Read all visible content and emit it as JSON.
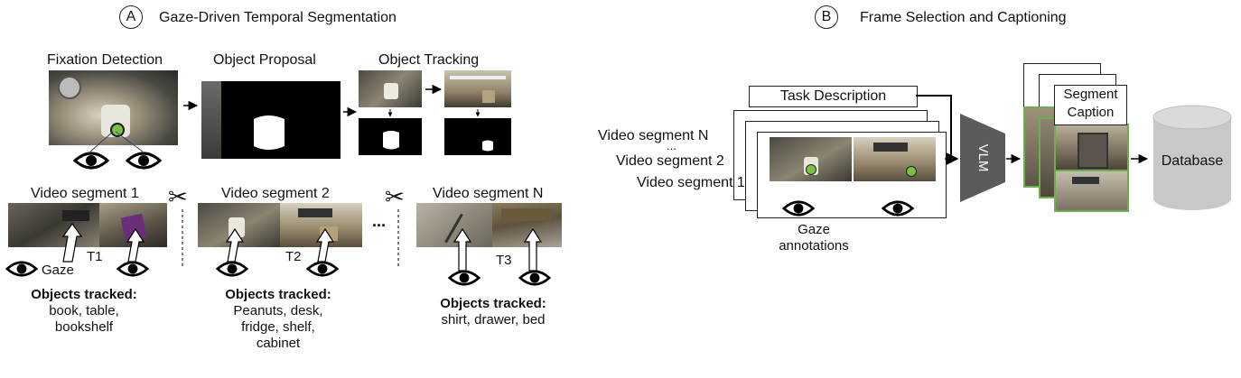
{
  "panel_a": {
    "badge": "A",
    "title": "Gaze-Driven Temporal Segmentation",
    "steps": {
      "fixation": "Fixation Detection",
      "proposal": "Object Proposal",
      "tracking": "Object Tracking"
    },
    "segments": [
      {
        "label": "Video segment 1",
        "time": "T1",
        "gaze_label": "Gaze",
        "objects_heading": "Objects tracked:",
        "objects_line1": "book, table,",
        "objects_line2": "bookshelf",
        "objects_line3": ""
      },
      {
        "label": "Video segment 2",
        "time": "T2",
        "objects_heading": "Objects tracked:",
        "objects_line1": "Peanuts, desk,",
        "objects_line2": "fridge, shelf,",
        "objects_line3": "cabinet"
      },
      {
        "label": "Video segment N",
        "time": "T3",
        "objects_heading": "Objects tracked:",
        "objects_line1": "shirt, drawer, bed",
        "objects_line2": "",
        "objects_line3": ""
      }
    ],
    "ellipsis": "..."
  },
  "panel_b": {
    "badge": "B",
    "title": "Frame Selection and Captioning",
    "task_description": "Task Description",
    "segment_n": "Video segment N",
    "dots": "...",
    "segment_2": "Video segment 2",
    "segment_1": "Video segment 1",
    "gaze_annotations_line1": "Gaze",
    "gaze_annotations_line2": "annotations",
    "vlm": "VLM",
    "segment_caption_line1": "Segment",
    "segment_caption_line2": "Caption",
    "database": "Database"
  },
  "colors": {
    "green_frame": "#6ab04c",
    "vlm_gray": "#5b5b5b",
    "database_gray": "#c8c8c8"
  }
}
